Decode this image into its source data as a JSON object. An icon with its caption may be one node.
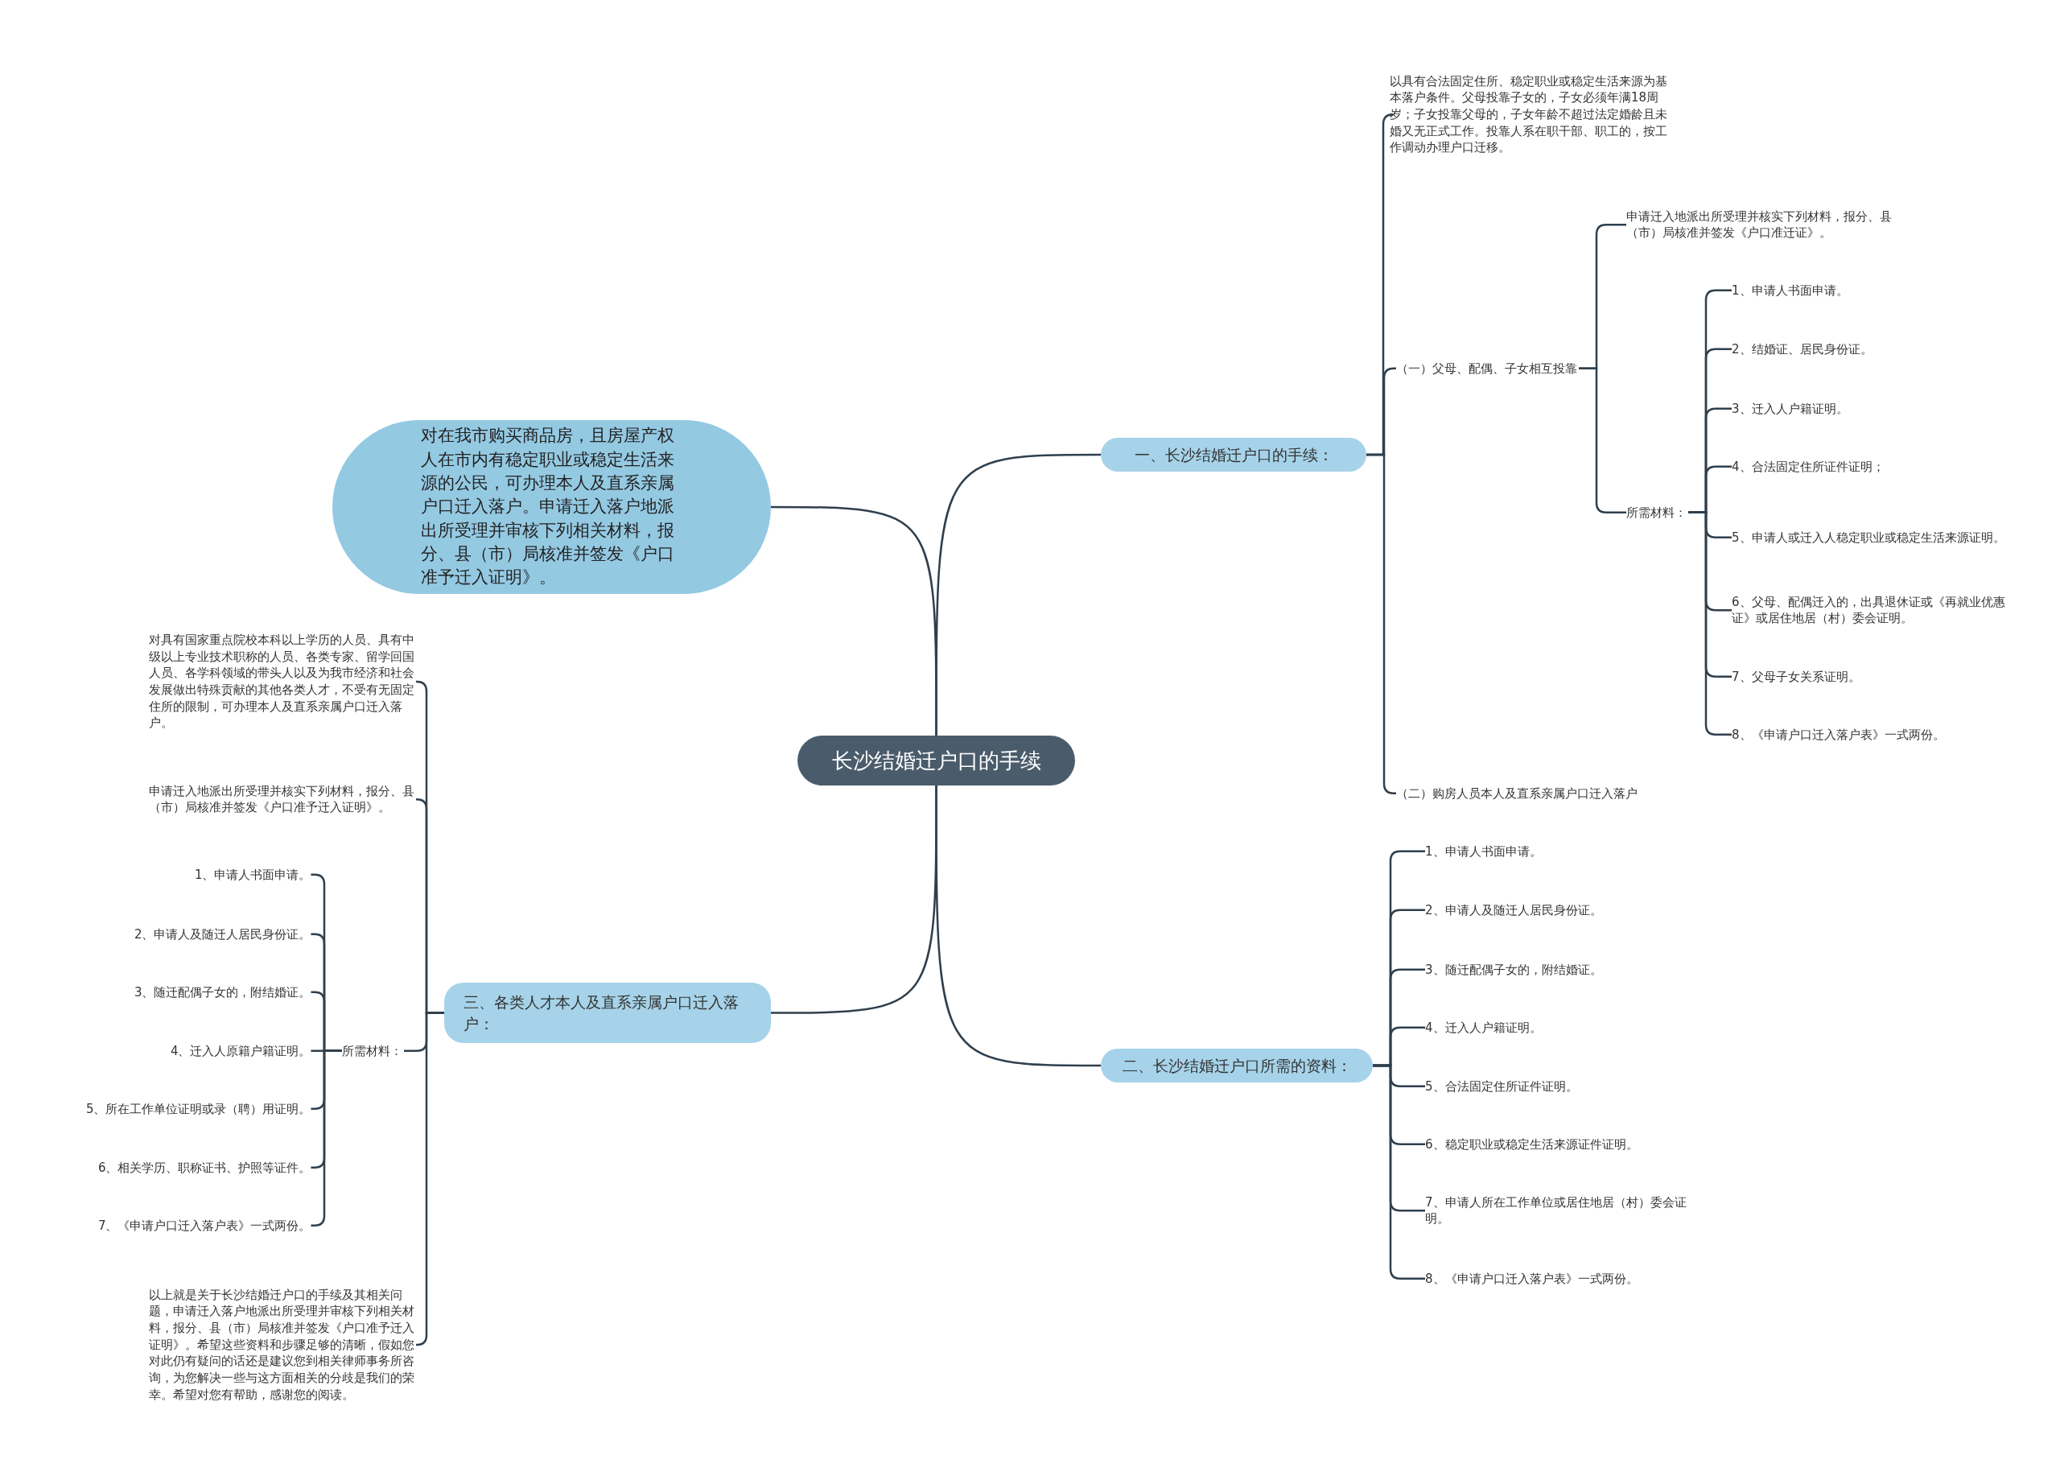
{
  "diagram": {
    "nodes": [
      {
        "text": [
          "长沙结婚迁户口的手续"
        ]
      },
      {
        "text": [
          "对在我市购买商品房，且房屋产权人在市内有稳定职业或稳定生活来源的公民，可办理本人及直系亲属户口迁入落户。申请迁入落户地派出所受理并审核下列相关材料，报分、县（市）局核准并签发《户口准予迁入证明》。"
        ]
      },
      {
        "text": [
          "一、长沙结婚迁户口的手续："
        ]
      },
      {
        "text": [
          "以具有合法固定住所、稳定职业或稳定生活来源为基本落户条件。父母投靠子女的，子女必须年满18周岁；子女投靠父母的，子女年龄不超过法定婚龄且未婚又无正式工作。投靠人系在职干部、职工的，按工作调动办理户口迁移。"
        ]
      },
      {
        "text": [
          "（一）父母、配偶、子女相互投靠"
        ]
      },
      {
        "text": [
          "申请迁入地派出所受理并核实下列材料，报分、县（市）局核准并签发《户口准迁证》。"
        ]
      },
      {
        "text": [
          "所需材料："
        ]
      },
      {
        "text": [
          "1、申请人书面申请。"
        ]
      },
      {
        "text": [
          "2、结婚证、居民身份证。"
        ]
      },
      {
        "text": [
          "3、迁入人户籍证明。"
        ]
      },
      {
        "text": [
          "4、合法固定住所证件证明；"
        ]
      },
      {
        "text": [
          "5、申请人或迁入人稳定职业或稳定生活来源证明。"
        ]
      },
      {
        "text": [
          "6、父母、配偶迁入的，出具退休证或《再就业优惠证》或居住地居（村）委会证明。"
        ]
      },
      {
        "text": [
          "7、父母子女关系证明。"
        ]
      },
      {
        "text": [
          "8、《申请户口迁入落户表》一式两份。"
        ]
      },
      {
        "text": [
          "（二）购房人员本人及直系亲属户口迁入落户"
        ]
      },
      {
        "text": [
          "二、长沙结婚迁户口所需的资料："
        ]
      },
      {
        "text": [
          "1、申请人书面申请。"
        ]
      },
      {
        "text": [
          "2、申请人及随迁人居民身份证。"
        ]
      },
      {
        "text": [
          "3、随迁配偶子女的，附结婚证。"
        ]
      },
      {
        "text": [
          "4、迁入人户籍证明。"
        ]
      },
      {
        "text": [
          "5、合法固定住所证件证明。"
        ]
      },
      {
        "text": [
          "6、稳定职业或稳定生活来源证件证明。"
        ]
      },
      {
        "text": [
          "7、申请人所在工作单位或居住地居（村）委会证明。"
        ]
      },
      {
        "text": [
          "8、《申请户口迁入落户表》一式两份。"
        ]
      },
      {
        "text": [
          "三、各类人才本人及直系亲属户口迁入落户："
        ]
      },
      {
        "text": [
          "对具有国家重点院校本科以上学历的人员、具有中级以上专业技术职称的人员、各类专家、留学回国人员、各学科领域的带头人以及为我市经济和社会发展做出特殊贡献的其他各类人才，不受有无固定住所的限制，可办理本人及直系亲属户口迁入落户。"
        ]
      },
      {
        "text": [
          "申请迁入地派出所受理并核实下列材料，报分、县（市）局核准并签发《户口准予迁入证明》。"
        ]
      },
      {
        "text": [
          "所需材料："
        ]
      },
      {
        "text": [
          "1、申请人书面申请。"
        ]
      },
      {
        "text": [
          "2、申请人及随迁人居民身份证。"
        ]
      },
      {
        "text": [
          "3、随迁配偶子女的，附结婚证。"
        ]
      },
      {
        "text": [
          "4、迁入人原籍户籍证明。"
        ]
      },
      {
        "text": [
          "5、所在工作单位证明或录（聘）用证明。"
        ]
      },
      {
        "text": [
          "6、相关学历、职称证书、护照等证件。"
        ]
      },
      {
        "text": [
          "7、《申请户口迁入落户表》一式两份。"
        ]
      },
      {
        "text": [
          "以上就是关于长沙结婚迁户口的手续及其相关问题，申请迁入落户地派出所受理并审核下列相关材料，报分、县（市）局核准并签发《户口准予迁入证明》。希望这些资料和步骤足够的清晰，假如您对此仍有疑问的话还是建议您到相关律师事务所咨询，为您解决一些与这方面相关的分歧是我们的荣幸。希望对您有帮助，感谢您的阅读。"
        ]
      }
    ],
    "edges": [
      {
        "from": 0,
        "to": 1,
        "arrow": "none"
      },
      {
        "from": 0,
        "to": 2,
        "arrow": "none"
      },
      {
        "from": 0,
        "to": 16,
        "arrow": "none"
      },
      {
        "from": 0,
        "to": 25,
        "arrow": "none"
      },
      {
        "from": 2,
        "to": 3,
        "arrow": "none"
      },
      {
        "from": 2,
        "to": 4,
        "arrow": "none"
      },
      {
        "from": 2,
        "to": 15,
        "arrow": "none"
      },
      {
        "from": 4,
        "to": 5,
        "arrow": "none"
      },
      {
        "from": 4,
        "to": 6,
        "arrow": "none"
      },
      {
        "from": 6,
        "to": 7,
        "arrow": "none"
      },
      {
        "from": 6,
        "to": 8,
        "arrow": "none"
      },
      {
        "from": 6,
        "to": 9,
        "arrow": "none"
      },
      {
        "from": 6,
        "to": 10,
        "arrow": "none"
      },
      {
        "from": 6,
        "to": 11,
        "arrow": "none"
      },
      {
        "from": 6,
        "to": 12,
        "arrow": "none"
      },
      {
        "from": 6,
        "to": 13,
        "arrow": "none"
      },
      {
        "from": 6,
        "to": 14,
        "arrow": "none"
      },
      {
        "from": 16,
        "to": 17,
        "arrow": "none"
      },
      {
        "from": 16,
        "to": 18,
        "arrow": "none"
      },
      {
        "from": 16,
        "to": 19,
        "arrow": "none"
      },
      {
        "from": 16,
        "to": 20,
        "arrow": "none"
      },
      {
        "from": 16,
        "to": 21,
        "arrow": "none"
      },
      {
        "from": 16,
        "to": 22,
        "arrow": "none"
      },
      {
        "from": 16,
        "to": 23,
        "arrow": "none"
      },
      {
        "from": 16,
        "to": 24,
        "arrow": "none"
      },
      {
        "from": 25,
        "to": 26,
        "arrow": "none"
      },
      {
        "from": 25,
        "to": 27,
        "arrow": "none"
      },
      {
        "from": 25,
        "to": 28,
        "arrow": "none"
      },
      {
        "from": 25,
        "to": 36,
        "arrow": "none"
      },
      {
        "from": 28,
        "to": 29,
        "arrow": "none"
      },
      {
        "from": 28,
        "to": 30,
        "arrow": "none"
      },
      {
        "from": 28,
        "to": 31,
        "arrow": "none"
      },
      {
        "from": 28,
        "to": 32,
        "arrow": "none"
      },
      {
        "from": 28,
        "to": 33,
        "arrow": "none"
      },
      {
        "from": 28,
        "to": 34,
        "arrow": "none"
      },
      {
        "from": 28,
        "to": 35,
        "arrow": "none"
      }
    ]
  }
}
